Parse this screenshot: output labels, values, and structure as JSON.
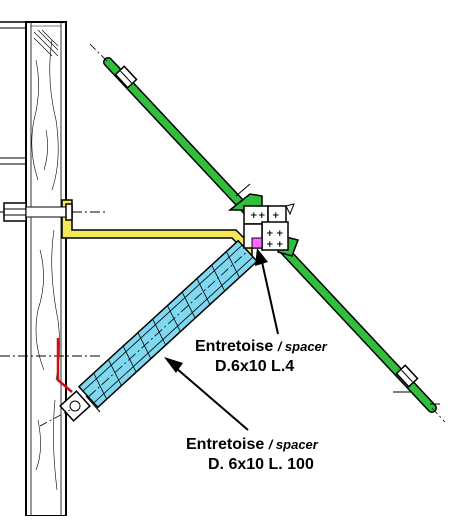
{
  "labels": {
    "spacer_short": {
      "name": "Entretoise",
      "translation": "/ spacer",
      "dimensions": "D.6x10 L.4"
    },
    "spacer_long": {
      "name": "Entretoise",
      "translation": "/ spacer",
      "dimensions": "D. 6x10 L. 100"
    }
  },
  "colors": {
    "wood_beam": "#ffffff",
    "green_rod": "#2fbf3a",
    "blue_tube": "#7fd8f0",
    "yellow_bar": "#f3e85a",
    "magenta_spacer": "#ff66ff",
    "red_clip": "#d01010",
    "outline": "#000000"
  }
}
